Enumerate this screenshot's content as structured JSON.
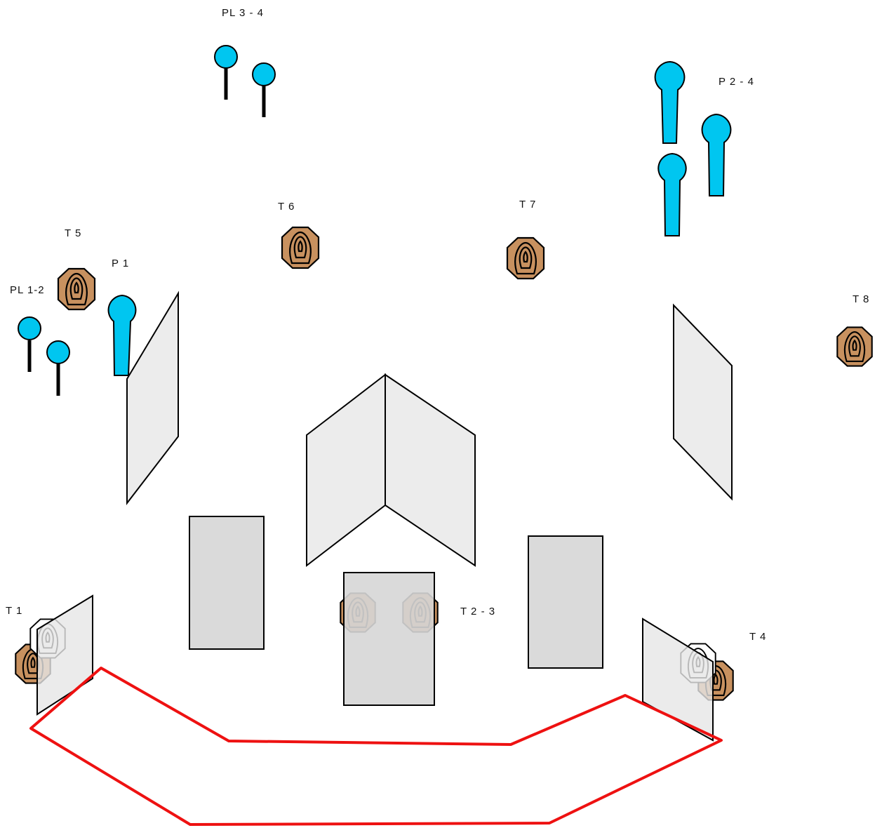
{
  "labels": {
    "pl_3_4": "PL 3 - 4",
    "p_2_4": "P 2 - 4",
    "t6": "T 6",
    "t7": "T 7",
    "t5": "T 5",
    "p1": "P 1",
    "pl_1_2": "PL 1-2",
    "t8": "T 8",
    "t1": "T 1",
    "t2_3": "T 2 - 3",
    "t4": "T 4"
  },
  "colors": {
    "popper": "#00c6f0",
    "target_brown": "#c8915f",
    "target_white": "#ffffff",
    "target_gray": "#c2a589",
    "fault_line": "#ee1111",
    "wall_fill": "#ececec",
    "barrel_fill": "#dadada"
  },
  "icons": {
    "target": "octagon-target-icon",
    "popper": "popper-icon",
    "plate": "plate-icon"
  }
}
